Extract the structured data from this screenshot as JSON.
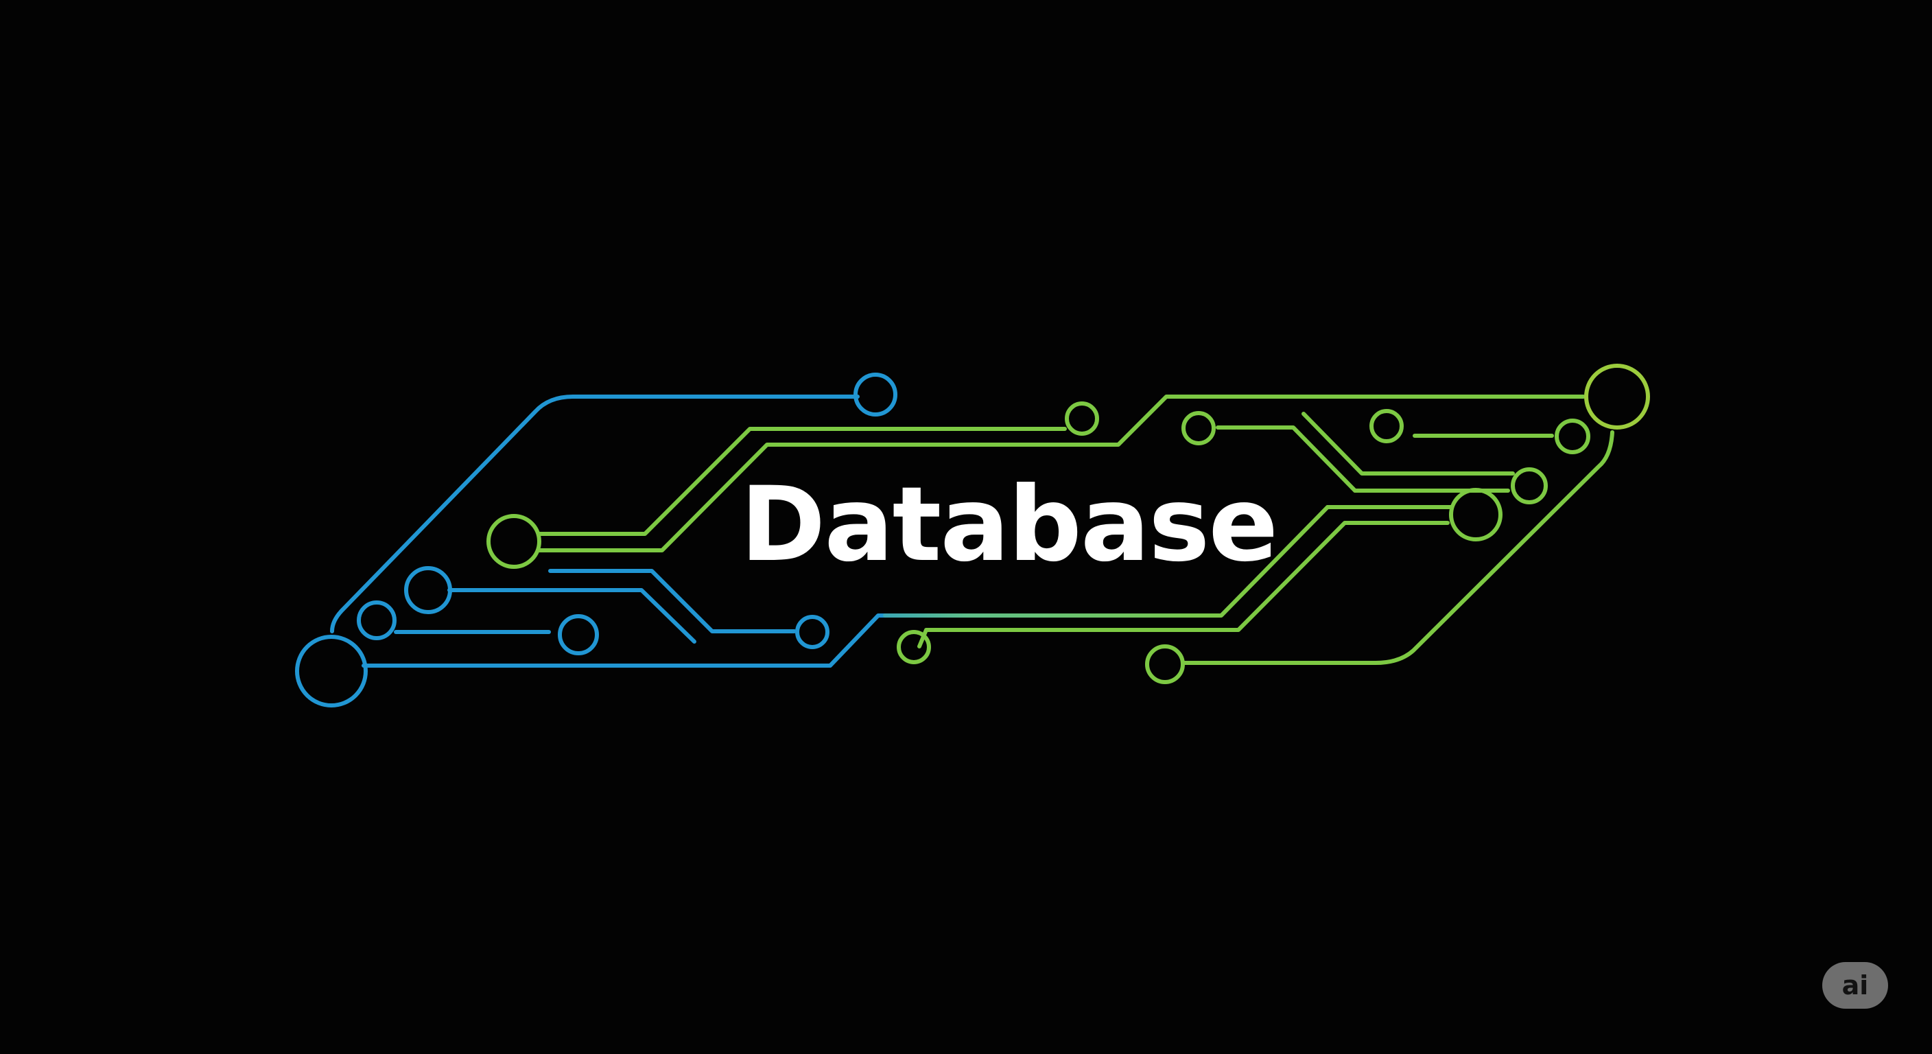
{
  "title": "Database",
  "badge": "ai",
  "colors": {
    "background": "#030303",
    "blue": "#2196d3",
    "green": "#7dc943",
    "lime": "#9ccc3d",
    "text": "#ffffff",
    "badge_bg": "#6e6e6e",
    "badge_text": "#121212"
  },
  "icons": {
    "illustration": "circuit-board-traces",
    "node": "circle-node"
  }
}
